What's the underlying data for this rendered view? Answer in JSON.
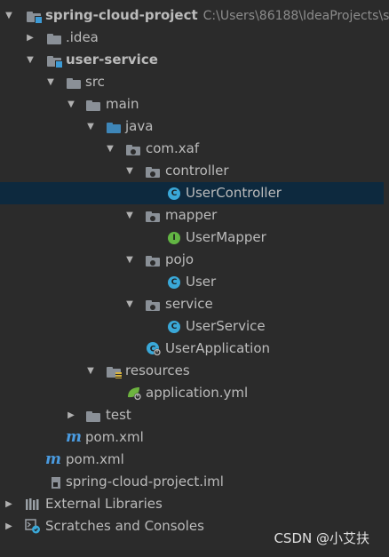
{
  "project": {
    "name": "spring-cloud-project",
    "path": "C:\\Users\\86188\\IdeaProjects\\s"
  },
  "tree": [
    {
      "label": "spring-cloud-project",
      "icon": "module-folder",
      "expanded": true
    },
    {
      "label": ".idea",
      "icon": "folder",
      "expanded": false
    },
    {
      "label": "user-service",
      "icon": "module-folder",
      "expanded": true
    },
    {
      "label": "src",
      "icon": "folder",
      "expanded": true
    },
    {
      "label": "main",
      "icon": "folder",
      "expanded": true
    },
    {
      "label": "java",
      "icon": "source-folder",
      "expanded": true
    },
    {
      "label": "com.xaf",
      "icon": "package",
      "expanded": true
    },
    {
      "label": "controller",
      "icon": "package",
      "expanded": true
    },
    {
      "label": "UserController",
      "icon": "class",
      "selected": true
    },
    {
      "label": "mapper",
      "icon": "package",
      "expanded": true
    },
    {
      "label": "UserMapper",
      "icon": "interface"
    },
    {
      "label": "pojo",
      "icon": "package",
      "expanded": true
    },
    {
      "label": "User",
      "icon": "class"
    },
    {
      "label": "service",
      "icon": "package",
      "expanded": true
    },
    {
      "label": "UserService",
      "icon": "class"
    },
    {
      "label": "UserApplication",
      "icon": "spring-boot-class"
    },
    {
      "label": "resources",
      "icon": "resources-folder",
      "expanded": true
    },
    {
      "label": "application.yml",
      "icon": "spring-yml"
    },
    {
      "label": "test",
      "icon": "folder",
      "expanded": false
    },
    {
      "label": "pom.xml",
      "icon": "maven"
    },
    {
      "label": "pom.xml",
      "icon": "maven"
    },
    {
      "label": "spring-cloud-project.iml",
      "icon": "iml-file"
    },
    {
      "label": "External Libraries",
      "icon": "libraries",
      "expanded": false
    },
    {
      "label": "Scratches and Consoles",
      "icon": "scratches",
      "expanded": false
    }
  ],
  "glyphs": {
    "expanded": "▼",
    "collapsed": "▶",
    "class_letter": "C",
    "interface_letter": "I"
  },
  "colors": {
    "background": "#2b2b2b",
    "selection": "#0d293e",
    "text": "#bbbbbb",
    "class_icon": "#3aa8d8",
    "interface_icon": "#62b543",
    "source_folder": "#3e86b8",
    "spring_green": "#6db33f"
  },
  "watermark": "CSDN @小艾扶"
}
